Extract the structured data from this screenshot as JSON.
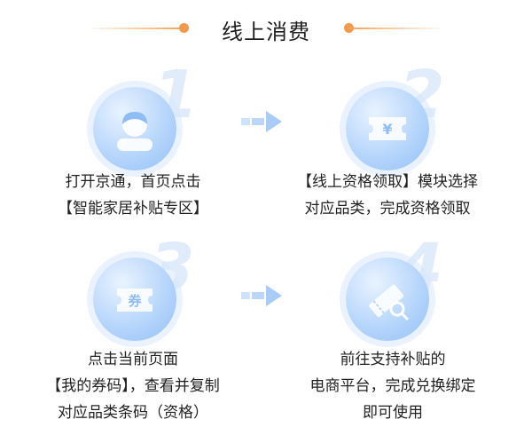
{
  "header": {
    "title": "线上消费"
  },
  "steps": [
    {
      "number": "1",
      "icon": "user-icon",
      "lines": [
        "打开京通，首页点击",
        "【智能家居补贴专区】"
      ]
    },
    {
      "number": "2",
      "icon": "yuan-ticket-icon",
      "lines": [
        "【线上资格领取】模块选择",
        "对应品类，完成资格领取"
      ]
    },
    {
      "number": "3",
      "icon": "coupon-icon",
      "lines": [
        "点击当前页面",
        "【我的券码】，查看并复制",
        "对应品类条码（资格）"
      ]
    },
    {
      "number": "4",
      "icon": "ticket-search-icon",
      "lines": [
        "前往支持补贴的",
        "电商平台，完成兑换绑定",
        "即可使用"
      ]
    }
  ],
  "colors": {
    "accent": "#f09a4e",
    "icon_blue": "#92c0f6",
    "arrow": "#b9d6fb"
  }
}
